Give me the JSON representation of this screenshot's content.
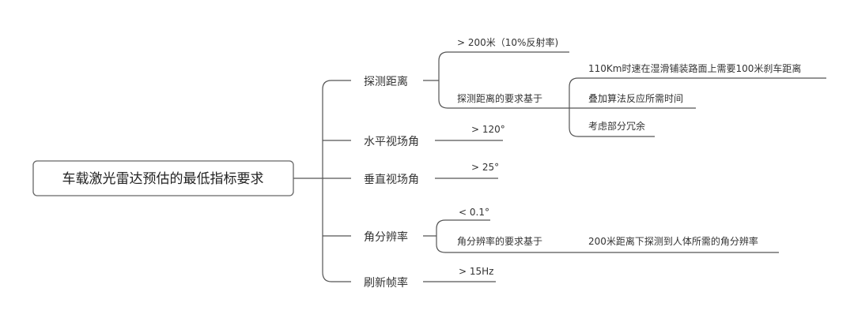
{
  "root": {
    "label": "车载激光雷达预估的最低指标要求"
  },
  "branches": [
    {
      "label": "探测距离",
      "children": [
        {
          "label": "> 200米（10%反射率)"
        },
        {
          "label": "探测距离的要求基于",
          "children": [
            {
              "label": "110Km时速在湿滑铺装路面上需要100米刹车距离"
            },
            {
              "label": "叠加算法反应所需时间"
            },
            {
              "label": "考虑部分冗余"
            }
          ]
        }
      ]
    },
    {
      "label": "水平视场角",
      "children": [
        {
          "label": "> 120°"
        }
      ]
    },
    {
      "label": "垂直视场角",
      "children": [
        {
          "label": "> 25°"
        }
      ]
    },
    {
      "label": "角分辨率",
      "children": [
        {
          "label": "< 0.1°"
        },
        {
          "label": "角分辨率的要求基于",
          "children": [
            {
              "label": "200米距离下探测到人体所需的角分辨率"
            }
          ]
        }
      ]
    },
    {
      "label": "刷新帧率",
      "children": [
        {
          "label": "> 15Hz"
        }
      ]
    }
  ]
}
